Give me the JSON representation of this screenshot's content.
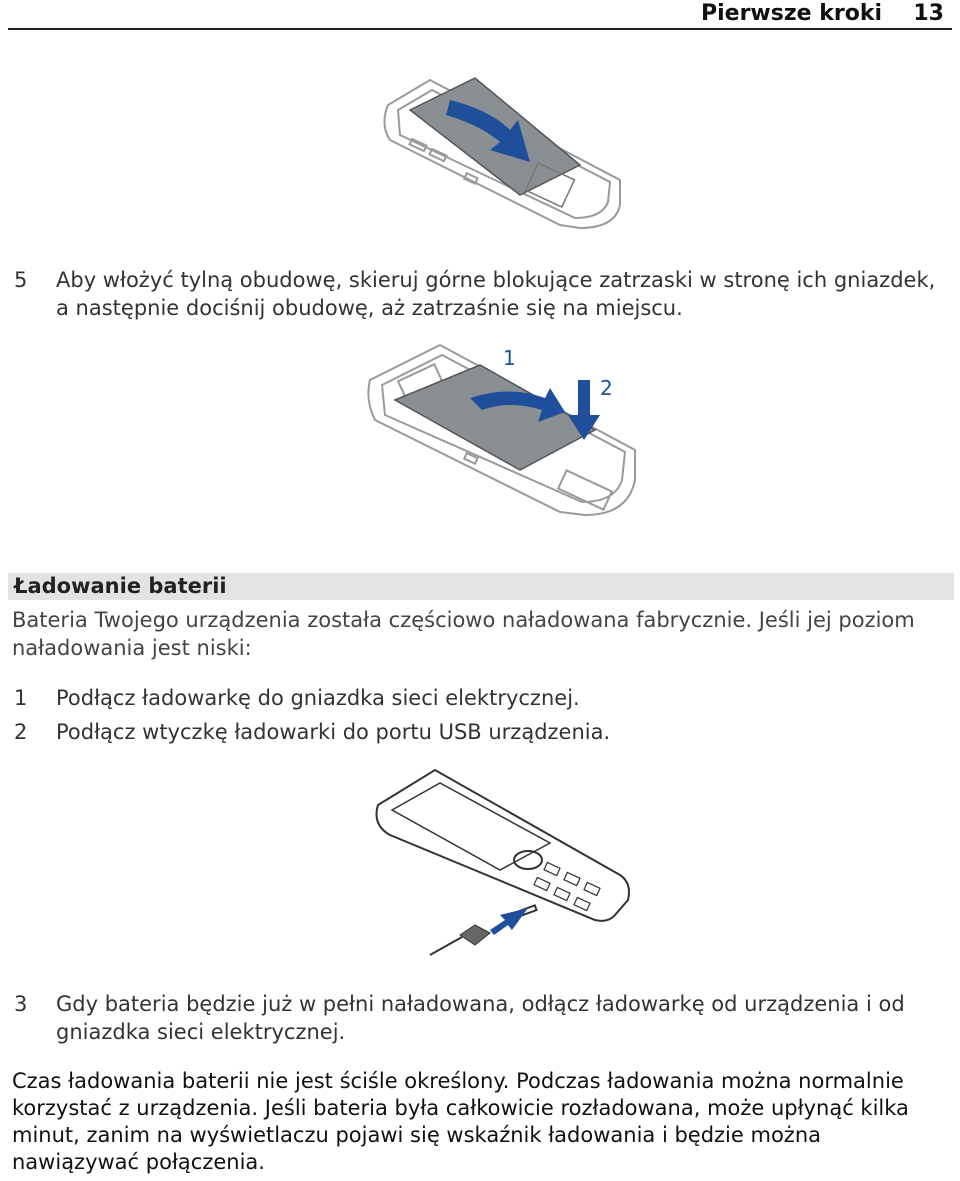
{
  "header": {
    "title": "Pierwsze kroki",
    "page_number": "13"
  },
  "steps_top": [
    {
      "number": "5",
      "text": "Aby włożyć tylną obudowę, skieruj górne blokujące zatrzaski w stronę ich gniazdek, a następnie dociśnij obudowę, aż zatrzaśnie się na miejscu."
    }
  ],
  "illustration_labels": {
    "arrow_1": "1",
    "arrow_2": "2"
  },
  "section": {
    "title": "Ładowanie baterii",
    "intro": "Bateria Twojego urządzenia została częściowo naładowana fabrycznie. Jeśli jej poziom naładowania jest niski:",
    "steps": [
      {
        "number": "1",
        "text": "Podłącz ładowarkę do gniazdka sieci elektrycznej."
      },
      {
        "number": "2",
        "text": "Podłącz wtyczkę ładowarki do portu USB urządzenia."
      },
      {
        "number": "3",
        "text": "Gdy bateria będzie już w pełni naładowana, odłącz ładowarkę od urządzenia i od gniazdka sieci elektrycznej."
      }
    ],
    "note": "Czas ładowania baterii nie jest ściśle określony. Podczas ładowania można normalnie korzystać z urządzenia. Jeśli bateria była całkowicie rozładowana, może upłynąć kilka minut, zanim na wyświetlaczu pojawi się wskaźnik ładowania i będzie można nawiązywać połączenia."
  },
  "colors": {
    "arrow_blue": "#1f4f9a",
    "cover_gray": "#8a8f94",
    "section_bg": "#e3e3e3"
  }
}
